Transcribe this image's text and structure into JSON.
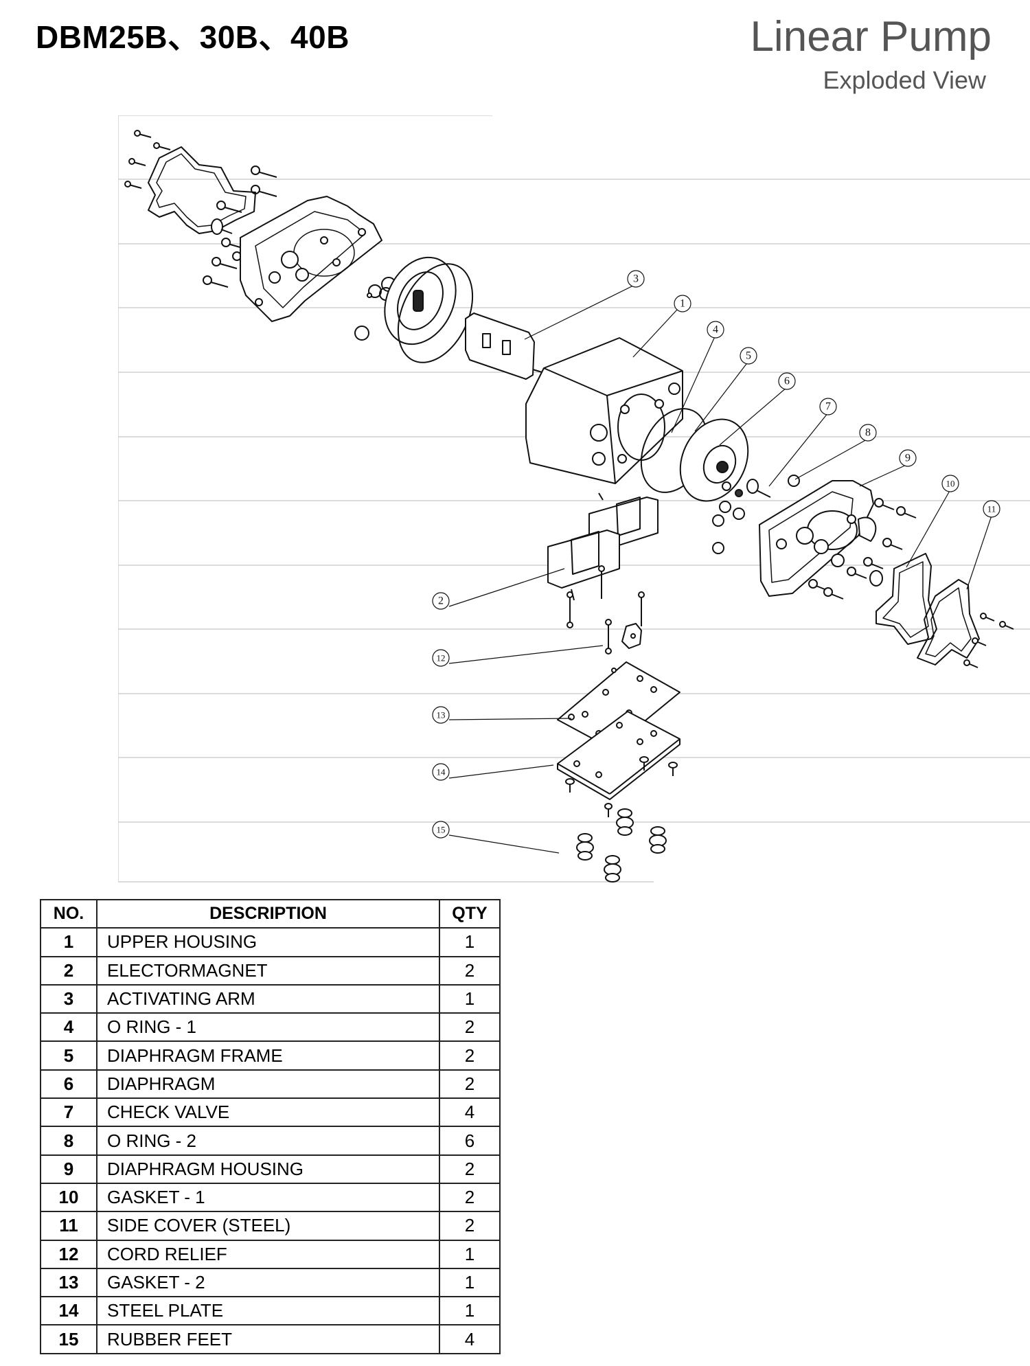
{
  "header": {
    "model": "DBM25B、30B、40B",
    "title": "Linear Pump",
    "subtitle": "Exploded View"
  },
  "figure": {
    "callouts": [
      "1",
      "2",
      "3",
      "4",
      "5",
      "6",
      "7",
      "8",
      "9",
      "10",
      "11",
      "12",
      "13",
      "14",
      "15"
    ]
  },
  "table": {
    "headers": {
      "no": "NO.",
      "description": "DESCRIPTION",
      "qty": "QTY"
    },
    "rows": [
      {
        "no": "1",
        "description": "UPPER HOUSING",
        "qty": "1"
      },
      {
        "no": "2",
        "description": "ELECTORMAGNET",
        "qty": "2"
      },
      {
        "no": "3",
        "description": "ACTIVATING ARM",
        "qty": "1"
      },
      {
        "no": "4",
        "description": "O RING - 1",
        "qty": "2"
      },
      {
        "no": "5",
        "description": "DIAPHRAGM FRAME",
        "qty": "2"
      },
      {
        "no": "6",
        "description": "DIAPHRAGM",
        "qty": "2"
      },
      {
        "no": "7",
        "description": "CHECK VALVE",
        "qty": "4"
      },
      {
        "no": "8",
        "description": "O RING - 2",
        "qty": "6"
      },
      {
        "no": "9",
        "description": "DIAPHRAGM HOUSING",
        "qty": "2"
      },
      {
        "no": "10",
        "description": "GASKET - 1",
        "qty": "2"
      },
      {
        "no": "11",
        "description": "SIDE COVER (STEEL)",
        "qty": "2"
      },
      {
        "no": "12",
        "description": "CORD RELIEF",
        "qty": "1"
      },
      {
        "no": "13",
        "description": "GASKET - 2",
        "qty": "1"
      },
      {
        "no": "14",
        "description": "STEEL PLATE",
        "qty": "1"
      },
      {
        "no": "15",
        "description": "RUBBER FEET",
        "qty": "4"
      }
    ]
  }
}
